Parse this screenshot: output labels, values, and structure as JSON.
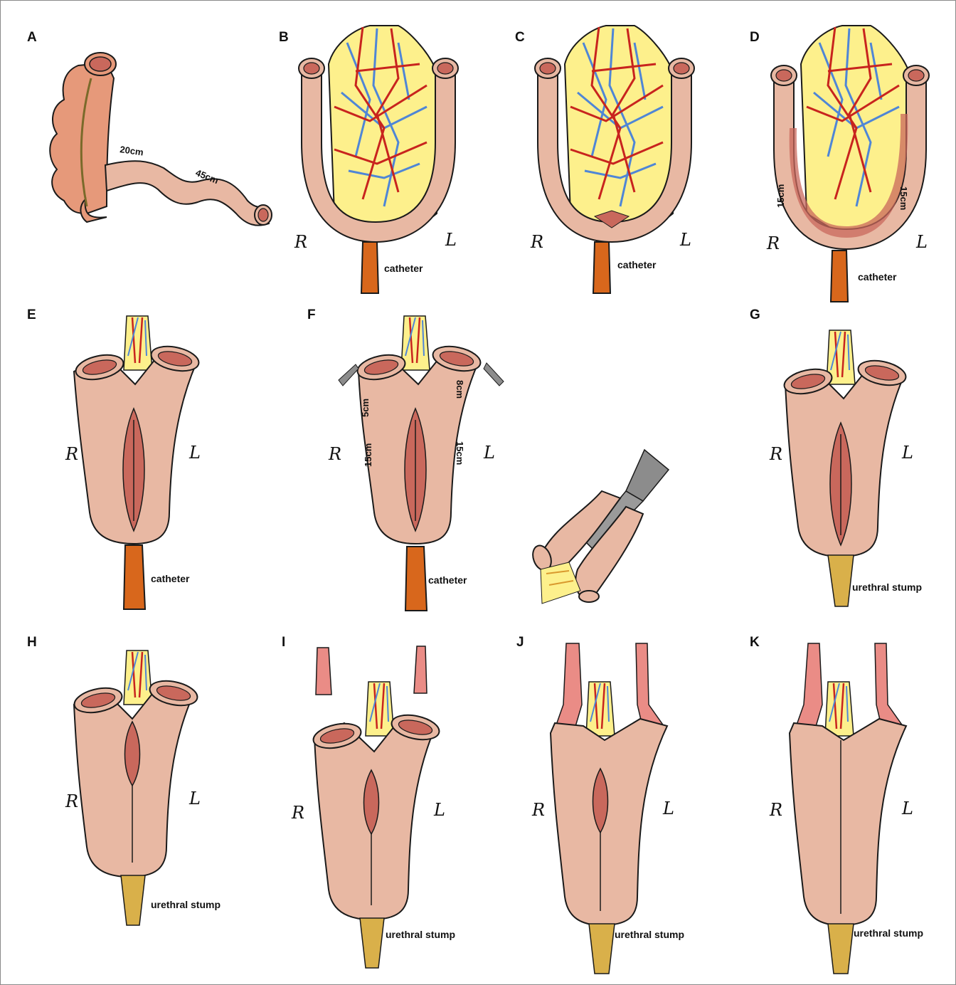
{
  "panels": [
    {
      "id": "A",
      "label": "A",
      "measurements": [
        "20cm",
        "45cm"
      ]
    },
    {
      "id": "B",
      "label": "B",
      "sides": [
        "R",
        "L"
      ],
      "annotation": "catheter"
    },
    {
      "id": "C",
      "label": "C",
      "sides": [
        "R",
        "L"
      ],
      "annotation": "catheter"
    },
    {
      "id": "D",
      "label": "D",
      "sides": [
        "R",
        "L"
      ],
      "measurements": [
        "15cm",
        "15cm"
      ],
      "annotation": "catheter"
    },
    {
      "id": "E",
      "label": "E",
      "sides": [
        "R",
        "L"
      ],
      "annotation": "catheter"
    },
    {
      "id": "F",
      "label": "F",
      "sides": [
        "R",
        "L"
      ],
      "measurements": [
        "5cm",
        "8cm",
        "15cm",
        "15cm"
      ],
      "annotation": "catheter"
    },
    {
      "id": "G",
      "label": "G",
      "sides": [
        "R",
        "L"
      ],
      "annotation": "urethral stump"
    },
    {
      "id": "H",
      "label": "H",
      "sides": [
        "R",
        "L"
      ],
      "annotation": "urethral stump"
    },
    {
      "id": "I",
      "label": "I",
      "sides": [
        "R",
        "L"
      ],
      "annotation": "urethral stump"
    },
    {
      "id": "J",
      "label": "J",
      "sides": [
        "R",
        "L"
      ],
      "annotation": "urethral stump"
    },
    {
      "id": "K",
      "label": "K",
      "sides": [
        "R",
        "L"
      ],
      "annotation": "urethral stump"
    }
  ],
  "colors": {
    "bowel": "#e8b8a3",
    "bowel_outline": "#1a1a1a",
    "lumen": "#c9685c",
    "mesentery": "#fdf08c",
    "artery": "#c8241e",
    "vein": "#4f86d6",
    "catheter": "#d8671c",
    "urethra": "#d9b04a",
    "ureter": "#ea8c86",
    "colon": "#e6997a",
    "clamp": "#8c8c8c"
  }
}
